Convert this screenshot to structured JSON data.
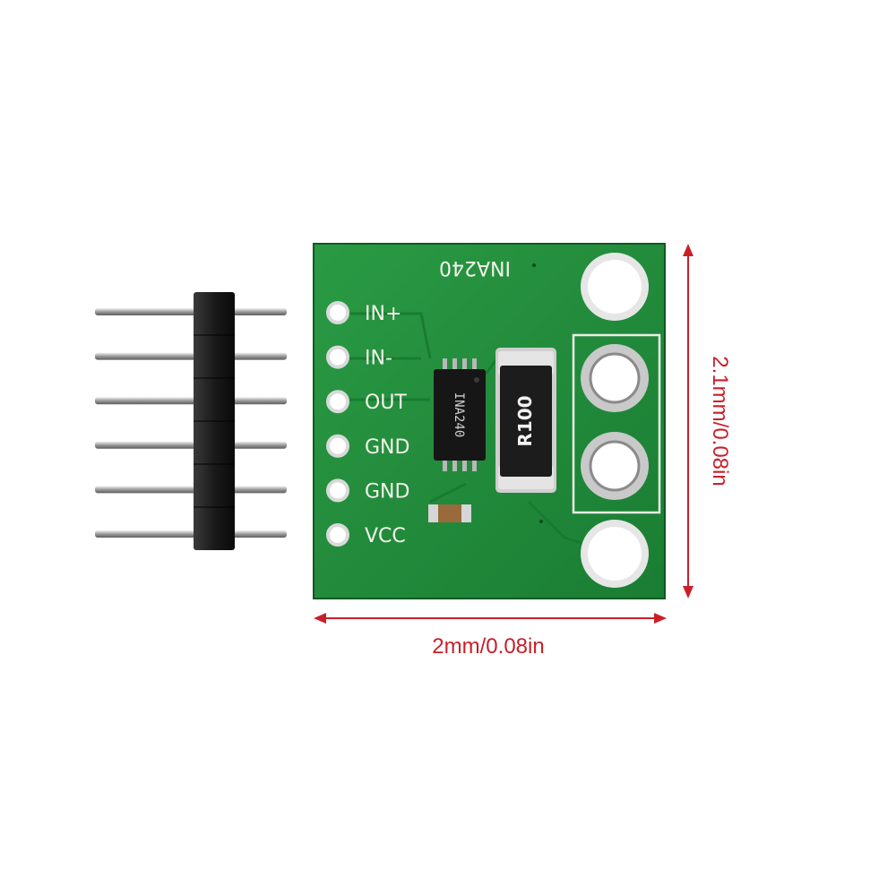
{
  "board": {
    "title": "INA240",
    "pin_labels": [
      "IN+",
      "IN-",
      "OUT",
      "GND",
      "GND",
      "VCC"
    ],
    "chip_marking": "INA240",
    "resistor_marking": "R100",
    "pcb_color": "#1f8f3a"
  },
  "dimensions": {
    "width_label": "2mm/0.08in",
    "height_label": "2.1mm/0.08in",
    "color": "#c8202a"
  },
  "header_pins": {
    "count": 6
  }
}
